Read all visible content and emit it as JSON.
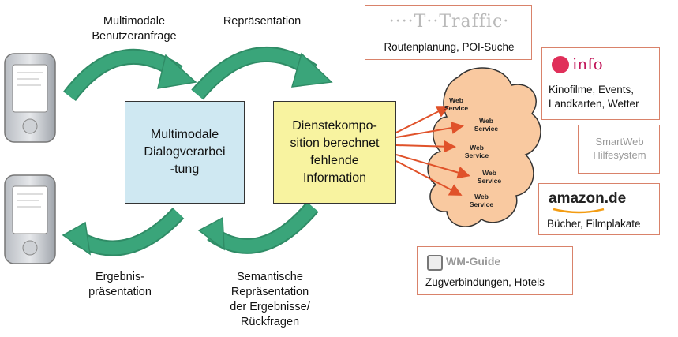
{
  "labels": {
    "top_left": "Multimodale\nBenutzeranfrage",
    "top_center": "Repräsentation",
    "bottom_left": "Ergebnis-\npräsentation",
    "bottom_center": "Semantische\nRepräsentation\nder Ergebnisse/\nRückfragen"
  },
  "boxes": {
    "dialog": "Multimodale\nDialogverarbei\n-tung",
    "service": "Dienstekompo-\nsition berechnet\nfehlende\nInformation"
  },
  "cloud": {
    "web_service": "Web\nService"
  },
  "services": {
    "ttraffic": {
      "logo": "····T··Traffic·",
      "desc": "Routenplanung, POI-Suche"
    },
    "info": {
      "logo": "info",
      "desc": "Kinofilme, Events,\nLandkarten, Wetter"
    },
    "smartweb": {
      "logo": "SmartWeb\nHilfesystem"
    },
    "amazon": {
      "logo": "amazon.de",
      "desc": "Bücher, Filmplakate"
    },
    "wmguide": {
      "logo": "WM-Guide",
      "desc": "Zugverbindungen, Hotels"
    }
  },
  "colors": {
    "dialog_box": "#cfe8f2",
    "service_box": "#f8f3a0",
    "cloud": "#f9c9a0",
    "arrow_green": "#3aa57a",
    "arrow_red": "#e0522a",
    "card_border": "#d9826a",
    "telekom": "#e20074"
  }
}
